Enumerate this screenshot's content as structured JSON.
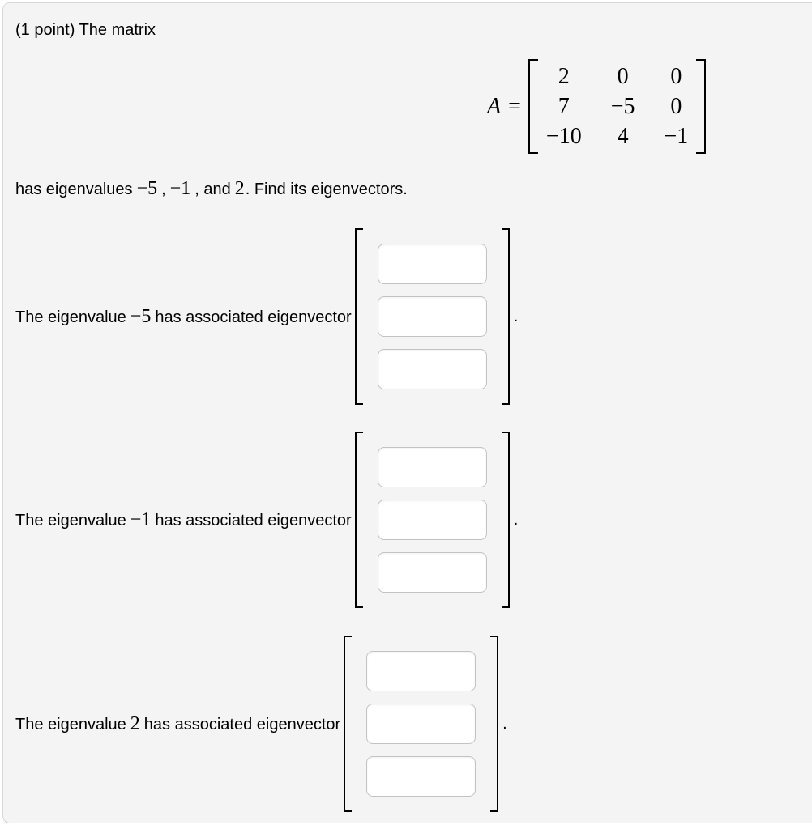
{
  "colors": {
    "panel_background": "#f4f4f4",
    "panel_border": "#d8d8d8",
    "input_border": "#c3c3c3",
    "text": "#000000"
  },
  "header": {
    "text": "(1 point) The matrix"
  },
  "matrix": {
    "lhs": "A",
    "equals": "=",
    "rows": [
      [
        "2",
        "0",
        "0"
      ],
      [
        "7",
        "−5",
        "0"
      ],
      [
        "−10",
        "4",
        "−1"
      ]
    ]
  },
  "eigenvalue_line": {
    "prefix": "has eigenvalues",
    "value1": "−5",
    "comma1": ",",
    "value2": "−1",
    "comma2": ", and",
    "value3": "2",
    "suffix": ". Find its eigenvectors."
  },
  "eigenvector_rows": [
    {
      "label_prefix": "The eigenvalue",
      "eigenvalue": "−5",
      "label_suffix": "has associated eigenvector",
      "entries": [
        "",
        "",
        ""
      ],
      "period": "."
    },
    {
      "label_prefix": "The eigenvalue",
      "eigenvalue": "−1",
      "label_suffix": "has associated eigenvector",
      "entries": [
        "",
        "",
        ""
      ],
      "period": "."
    },
    {
      "label_prefix": "The eigenvalue",
      "eigenvalue": "2",
      "label_suffix": "has associated eigenvector",
      "entries": [
        "",
        "",
        ""
      ],
      "period": "."
    }
  ]
}
